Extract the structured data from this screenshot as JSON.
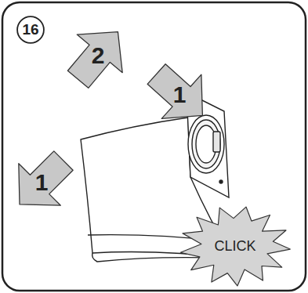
{
  "diagram": {
    "nodes": [
      {
        "text": [
          "16"
        ]
      },
      {
        "text": [
          "2"
        ]
      },
      {
        "text": [
          "1"
        ]
      },
      {
        "text": [
          "1"
        ]
      },
      {
        "text": [
          "CLICK"
        ]
      }
    ]
  }
}
